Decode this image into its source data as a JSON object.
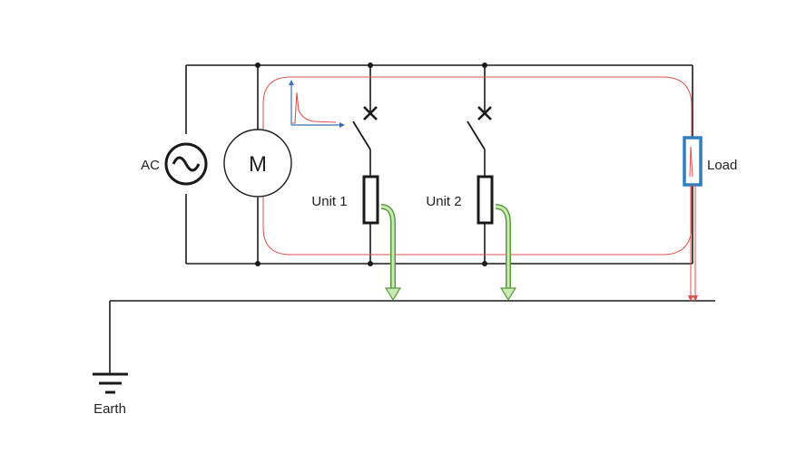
{
  "labels": {
    "ac": "AC",
    "motor": "M",
    "unit1": "Unit 1",
    "unit2": "Unit 2",
    "load": "Load",
    "earth": "Earth"
  },
  "colors": {
    "wire": "#1a1a1a",
    "fault_path": "#d9534f",
    "leak_arrow": "#8fcf6f",
    "leak_arrow_outline": "#5a9a3a",
    "load_box": "#2f7fc1",
    "inset_axis": "#3a6fb0",
    "inset_curve": "#d9534f",
    "return_arrow": "#d9534f"
  },
  "icons": {
    "ac_source": "ac-source-icon",
    "motor": "motor-icon",
    "breaker": "circuit-breaker-icon",
    "earth": "earth-ground-icon",
    "waveform": "transient-waveform-icon"
  }
}
